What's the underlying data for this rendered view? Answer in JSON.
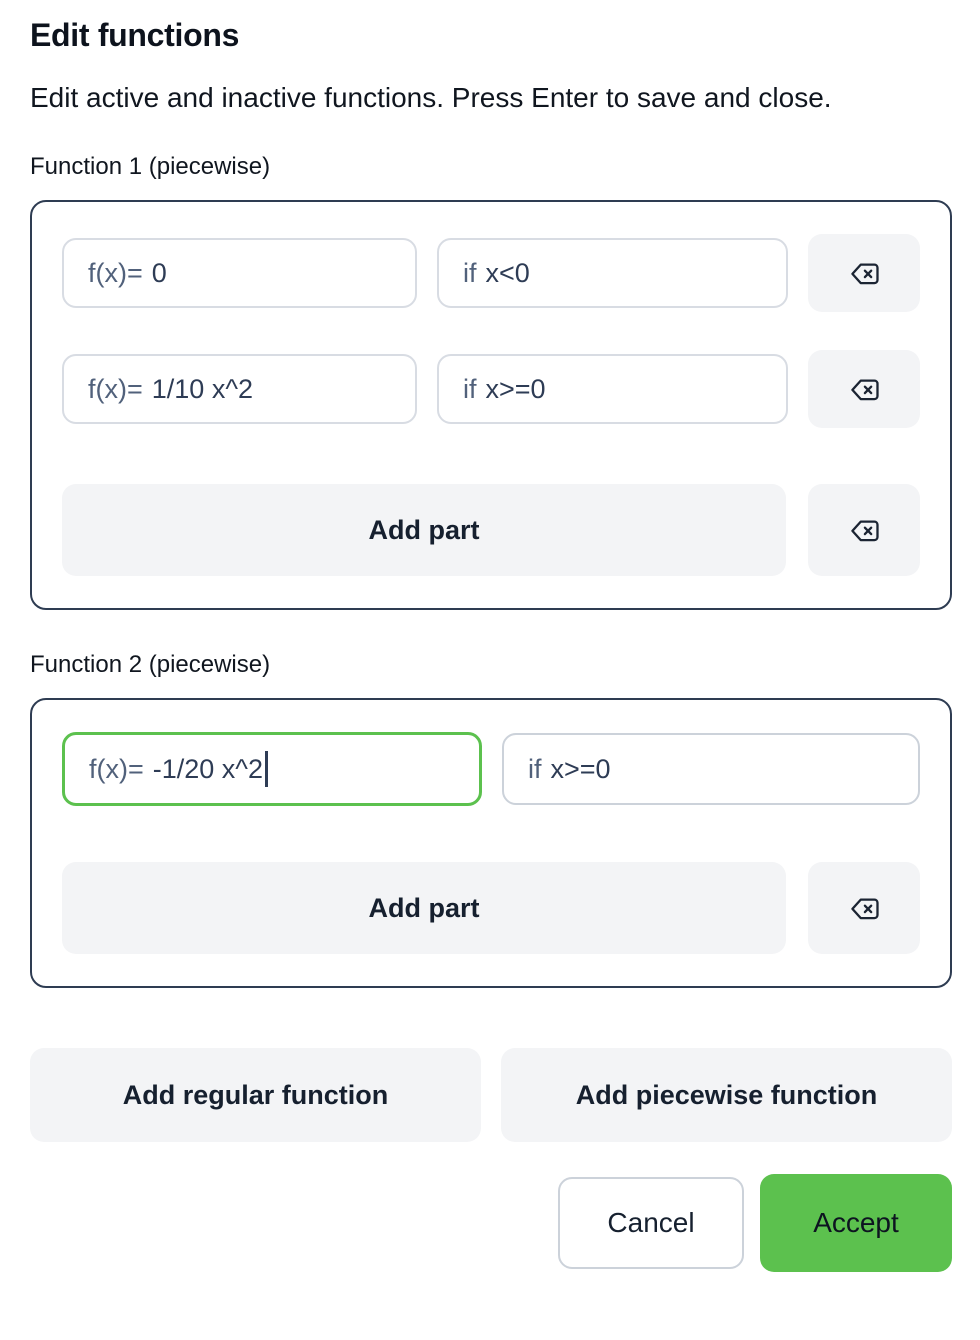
{
  "header": {
    "title": "Edit functions",
    "subtitle": "Edit active and inactive functions. Press Enter to save and close."
  },
  "functions": [
    {
      "label": "Function 1 (piecewise)",
      "parts": [
        {
          "expr_prefix": "f(x)=",
          "expr_value": "0",
          "cond_prefix": "if",
          "cond_value": "x<0"
        },
        {
          "expr_prefix": "f(x)=",
          "expr_value": "1/10 x^2",
          "cond_prefix": "if",
          "cond_value": "x>=0"
        }
      ],
      "add_part_label": "Add part"
    },
    {
      "label": "Function 2 (piecewise)",
      "parts": [
        {
          "expr_prefix": "f(x)=",
          "expr_value": "-1/20 x^2",
          "cond_prefix": "if",
          "cond_value": "x>=0",
          "focused": true
        }
      ],
      "add_part_label": "Add part"
    }
  ],
  "footer": {
    "add_regular_label": "Add regular function",
    "add_piecewise_label": "Add piecewise function",
    "cancel_label": "Cancel",
    "accept_label": "Accept"
  },
  "icons": {
    "delete": "backspace-icon"
  },
  "colors": {
    "accent_green": "#5cc14e",
    "box_border": "#2e3c52",
    "input_border": "#d8dce3",
    "button_bg": "#f3f4f6",
    "text_dark": "#10161f",
    "prefix_text": "#51617b",
    "value_text": "#2e3c55"
  }
}
